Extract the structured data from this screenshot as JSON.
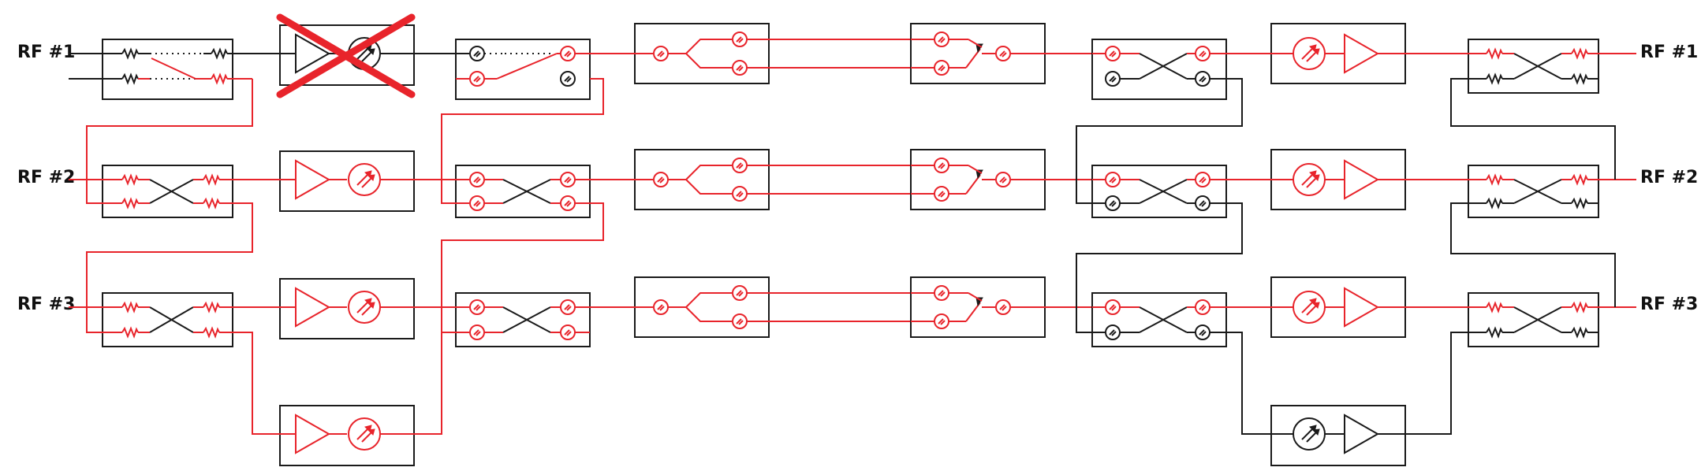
{
  "diagram": {
    "inputs": [
      "RF #1",
      "RF #2",
      "RF #3"
    ],
    "outputs": [
      "RF #1",
      "RF #2",
      "RF #3"
    ],
    "colors": {
      "active_path": "#e8242b",
      "inactive_path": "#1a1a1a",
      "failure_mark": "#e8242b",
      "box_stroke": "#1a1a1a",
      "background": "#ffffff"
    },
    "channels": [
      {
        "label": "RF #1",
        "lna_failed": true
      },
      {
        "label": "RF #2",
        "lna_failed": false
      },
      {
        "label": "RF #3",
        "lna_failed": false
      }
    ],
    "spare_chain": {
      "input_redundancy_used": true,
      "output_redundancy_used": false
    },
    "icons": [
      "resistor-icon",
      "amplifier-icon",
      "phase-shifter-icon",
      "switch-port-icon",
      "failure-cross-icon"
    ]
  }
}
